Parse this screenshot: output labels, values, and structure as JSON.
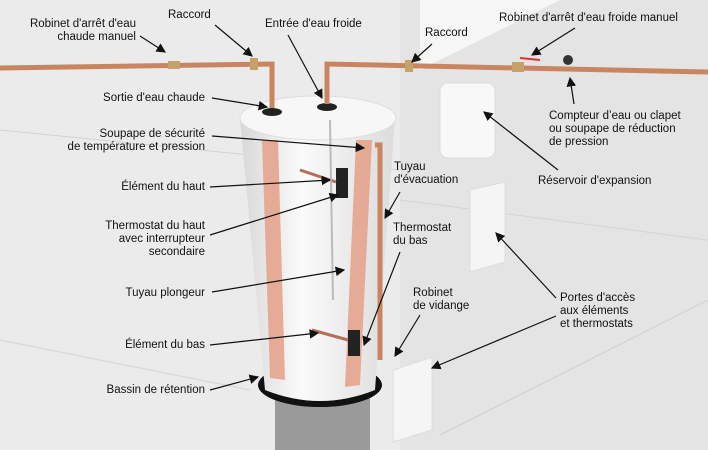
{
  "labels": {
    "hot_shutoff": "Robinet d'arrêt d'eau\nchaude manuel",
    "coupling_left": "Raccord",
    "cold_inlet": "Entrée d'eau froide",
    "coupling_right": "Raccord",
    "cold_shutoff": "Robinet d'arrêt d'eau froide manuel",
    "hot_outlet": "Sortie d'eau chaude",
    "relief_valve": "Soupape de sécurité\nde température et pression",
    "meter": "Compteur d’eau ou clapet\nou soupape de réduction\nde pression",
    "upper_element": "Élément du haut",
    "discharge_pipe": "Tuyau\nd'évacuation",
    "expansion_tank": "Réservoir d'expansion",
    "upper_thermostat": "Thermostat du haut\navec interrupteur\nsecondaire",
    "lower_thermostat": "Thermostat\ndu bas",
    "dip_tube": "Tuyau plongeur",
    "drain_valve": "Robinet\nde vidange",
    "access_doors": "Portes d'accès\naux éléments\net thermostats",
    "lower_element": "Élément du bas",
    "drain_pan": "Bassin de rétention"
  },
  "colors": {
    "copper": "#c98560",
    "wall": "#e9e9e9",
    "tank": "#f4f4f4",
    "insulation": "#e4a088"
  }
}
